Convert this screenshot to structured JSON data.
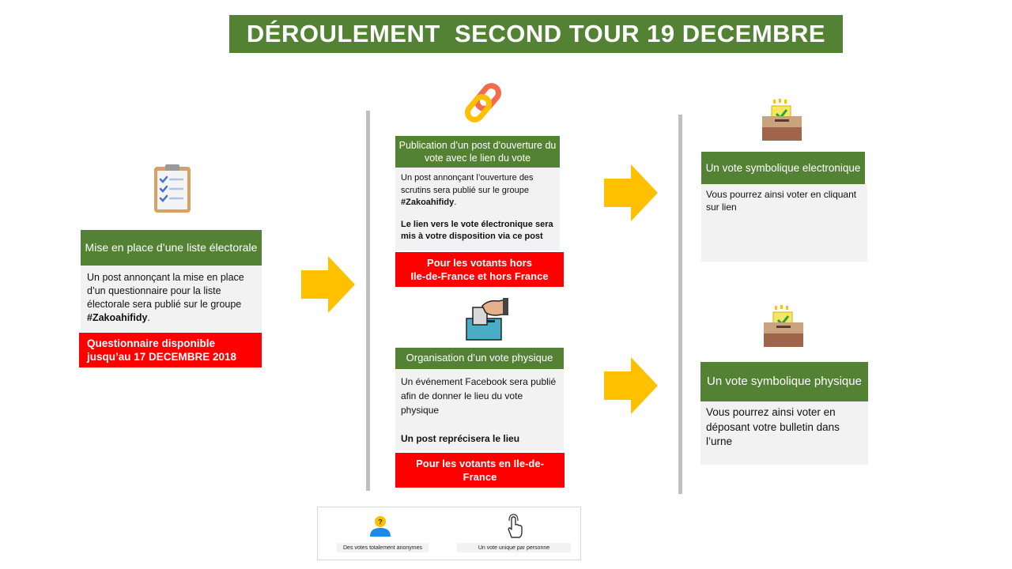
{
  "title": "DÉROULEMENT  SECOND TOUR 19 DECEMBRE",
  "colors": {
    "green": "#548235",
    "red": "#ff0000",
    "arrow": "#ffc000",
    "grey": "#f2f2f2",
    "divider": "#bfbfbf"
  },
  "step1": {
    "icon": "clipboard-checklist-icon",
    "header": "Mise en place d’une liste électorale",
    "body": "Un post annonçant la mise en place d’un questionnaire pour la liste électorale sera publié sur le groupe ",
    "hashtag": "#Zakoahifidy",
    "body_end": ".",
    "deadline_line1": "Questionnaire disponible",
    "deadline_line2": "jusqu’au 17 DECEMBRE 2018"
  },
  "step2a": {
    "icon": "chain-link-icon",
    "header": "Publication d’un post d’ouverture du vote avec le lien du vote",
    "body": "Un post annonçant l’ouverture des scrutins sera publié sur le groupe ",
    "hashtag": "#Zakoahifidy",
    "body_end": ".",
    "note": "Le lien vers le vote électronique sera mis à votre disposition via ce post",
    "audience_line1": "Pour les votants hors",
    "audience_line2": "Ile-de-France et hors France"
  },
  "step2b": {
    "icon": "ballot-box-hand-icon",
    "header": "Organisation d’un vote physique",
    "body": "Un événement Facebook sera publié afin de donner le lieu du vote physique",
    "note": "Un post reprécisera le lieu",
    "audience_line1": "Pour les votants en Ile-de-",
    "audience_line2": "France"
  },
  "step3a": {
    "icon": "ballot-box-icon",
    "header": "Un vote symbolique electronique",
    "body": "Vous pourrez ainsi voter en cliquant sur lien"
  },
  "step3b": {
    "icon": "ballot-box-icon",
    "header": "Un vote symbolique physique",
    "body": "Vous pourrez ainsi voter en déposant votre bulletin dans l’urne"
  },
  "legend": {
    "item1_icon": "anonymous-user-icon",
    "item1_label": "Des votes totalement anonymes",
    "item2_icon": "pointing-hand-icon",
    "item2_label": "Un vote unique par personne"
  }
}
